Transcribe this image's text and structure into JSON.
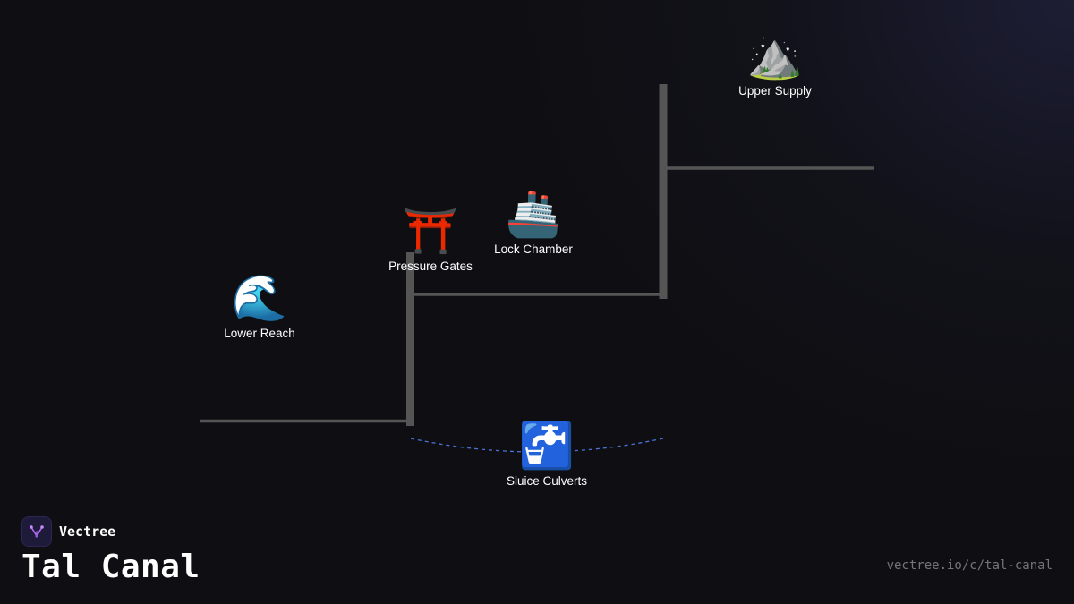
{
  "brand": {
    "name": "Vectree",
    "title": "Tal Canal",
    "url": "vectree.io/c/tal-canal"
  },
  "colors": {
    "background": "#0f0f13",
    "connector": "#555555",
    "dashed_link": "#4a72d8",
    "label": "#ffffff",
    "url": "#74747c",
    "logo_bg": "#1e1a3a",
    "logo_accent": "#b36bf0"
  },
  "nodes": [
    {
      "id": "upper-supply",
      "icon": "⛰️",
      "icon_name": "mountain-icon",
      "label": "Upper Supply"
    },
    {
      "id": "lock-chamber",
      "icon": "🚢",
      "icon_name": "ship-icon",
      "label": "Lock Chamber"
    },
    {
      "id": "pressure-gates",
      "icon": "⛩️",
      "icon_name": "torii-gate-icon",
      "label": "Pressure Gates"
    },
    {
      "id": "lower-reach",
      "icon": "🌊",
      "icon_name": "wave-icon",
      "label": "Lower Reach"
    },
    {
      "id": "sluice-culverts",
      "icon": "🚰",
      "icon_name": "water-tap-icon",
      "label": "Sluice Culverts"
    }
  ]
}
